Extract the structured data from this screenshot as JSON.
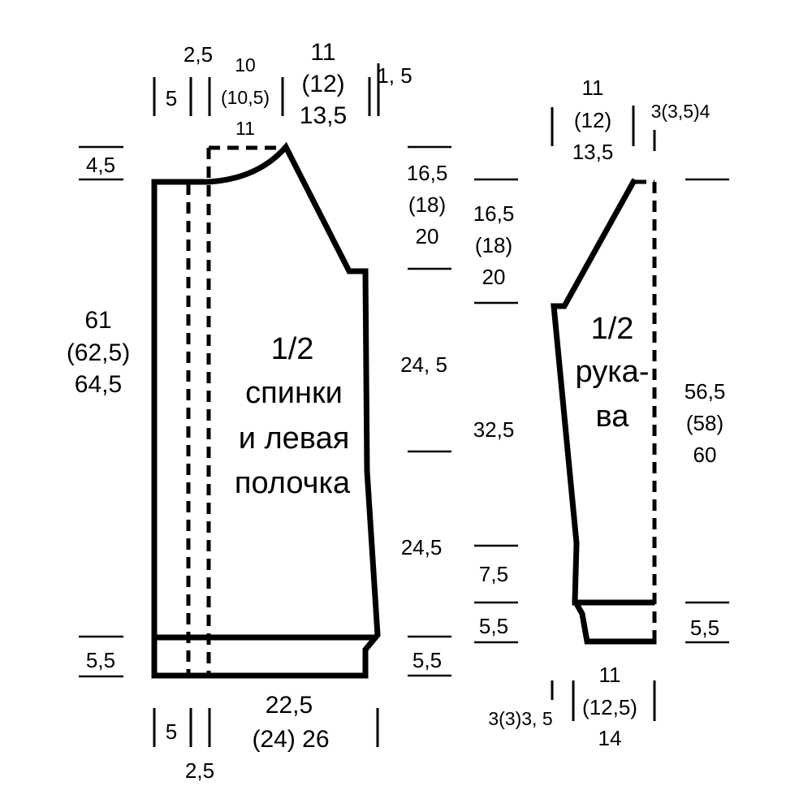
{
  "body_piece": {
    "title": [
      "1/2",
      "спинки",
      "и левая",
      "полочка"
    ],
    "top": {
      "shoulder_offset": "2,5",
      "band_width": "5",
      "neck_width": [
        "10",
        "(10,5)",
        "11"
      ],
      "shoulder_width": [
        "11",
        "(12)",
        "13,5"
      ],
      "shoulder_end": "1, 5"
    },
    "left": {
      "neck_depth": "4,5",
      "total_length": [
        "61",
        "(62,5)",
        "64,5"
      ],
      "hem": "5,5"
    },
    "right": {
      "armhole_depth": [
        "16,5",
        "(18)",
        "20"
      ],
      "side_upper": "24, 5",
      "side_lower": "24,5",
      "hem": "5,5"
    },
    "bottom": {
      "band_width": "5",
      "band_offset": "2,5",
      "width": [
        "22,5",
        "(24)  26"
      ]
    }
  },
  "sleeve_piece": {
    "title": [
      "1/2",
      "рука-",
      "ва"
    ],
    "top": {
      "cap_width": [
        "11",
        "(12)",
        "13,5"
      ],
      "cap_top": "3(3,5)4"
    },
    "left": {
      "cap_depth": [
        "16,5",
        "(18)",
        "20"
      ],
      "seam": "32,5",
      "lower_seam": "7,5",
      "cuff": "5,5"
    },
    "right": {
      "total_length": [
        "56,5",
        "(58)",
        "60"
      ],
      "cuff": "5,5"
    },
    "bottom": {
      "cuff_offset": "3(3)3, 5",
      "cuff_width": [
        "11",
        "(12,5)",
        "14"
      ]
    }
  }
}
